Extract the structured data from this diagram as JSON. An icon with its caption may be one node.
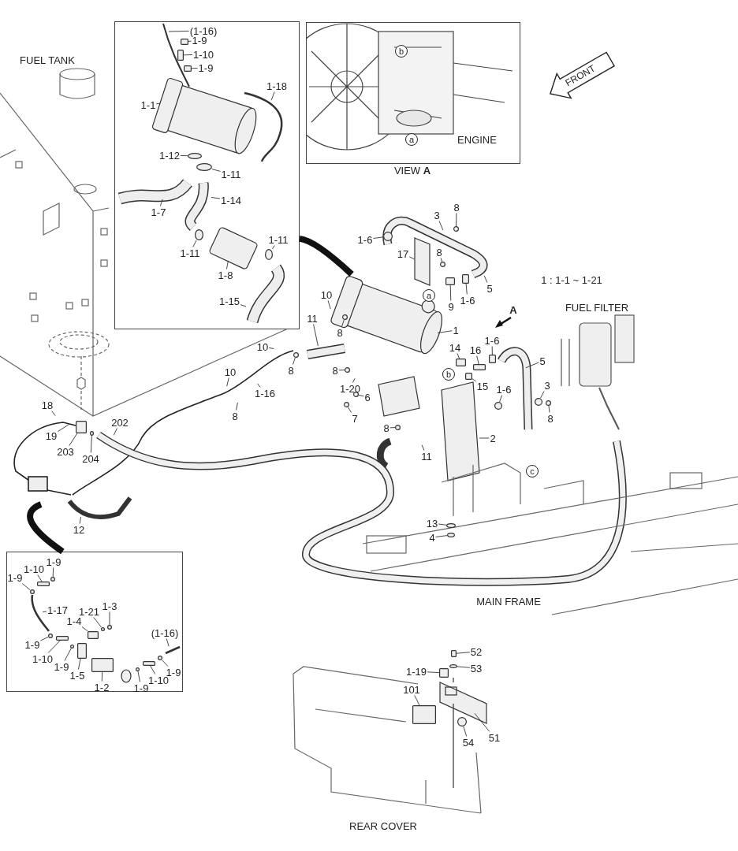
{
  "diagram": {
    "nodes": [
      {
        "text": [],
        "shape": "box"
      },
      {
        "text": [
          "(1-16)"
        ],
        "in": 0
      },
      {
        "text": [
          "1-9"
        ],
        "in": 0
      },
      {
        "text": [
          "1-10"
        ],
        "in": 0
      },
      {
        "text": [
          "1-9"
        ],
        "in": 0
      },
      {
        "text": [
          "1-18"
        ],
        "in": 0
      },
      {
        "text": [
          "1-1"
        ],
        "in": 0
      },
      {
        "text": [
          "1-12"
        ],
        "in": 0
      },
      {
        "text": [
          "1-11"
        ],
        "in": 0
      },
      {
        "text": [
          "1-14"
        ],
        "in": 0
      },
      {
        "text": [
          "1-7"
        ],
        "in": 0
      },
      {
        "text": [
          "1-11"
        ],
        "in": 0
      },
      {
        "text": [
          "1-8"
        ],
        "in": 0
      },
      {
        "text": [
          "1-11"
        ],
        "in": 0
      },
      {
        "text": [
          "1-15"
        ],
        "in": 0
      },
      {
        "text": [
          "ENGINE"
        ],
        "beside": [
          "VIEW **A**"
        ]
      },
      {
        "text": [
          "FRONT"
        ]
      },
      {
        "text": [
          "8"
        ]
      },
      {
        "text": [
          "3"
        ]
      },
      {
        "text": [
          "1-6"
        ]
      },
      {
        "text": [
          "17"
        ]
      },
      {
        "text": [
          "8"
        ]
      },
      {
        "text": [
          "9"
        ]
      },
      {
        "text": [
          "1-6"
        ]
      },
      {
        "text": [
          "5"
        ]
      },
      {
        "text": [
          "10"
        ]
      },
      {
        "text": [
          "11"
        ]
      },
      {
        "text": [
          "8"
        ]
      },
      {
        "text": [
          "1"
        ]
      },
      {
        "text": [
          "10"
        ]
      },
      {
        "text": [
          "14"
        ]
      },
      {
        "text": [
          "16"
        ]
      },
      {
        "text": [
          "1-6"
        ]
      },
      {
        "text": [
          "5"
        ]
      },
      {
        "text": [
          "8"
        ]
      },
      {
        "text": [
          "10"
        ]
      },
      {
        "text": [
          "8"
        ]
      },
      {
        "text": [
          "15"
        ]
      },
      {
        "text": [
          "1-20"
        ]
      },
      {
        "text": [
          "1-16"
        ]
      },
      {
        "text": [
          "1-6"
        ]
      },
      {
        "text": [
          "3"
        ]
      },
      {
        "text": [
          "6"
        ]
      },
      {
        "text": [
          "18"
        ]
      },
      {
        "text": [
          "8"
        ]
      },
      {
        "text": [
          "7"
        ]
      },
      {
        "text": [
          "8"
        ]
      },
      {
        "text": [
          "202"
        ]
      },
      {
        "text": [
          "8"
        ]
      },
      {
        "text": [
          "19"
        ]
      },
      {
        "text": [
          "2"
        ]
      },
      {
        "text": [
          "203"
        ]
      },
      {
        "text": [
          "11"
        ]
      },
      {
        "text": [
          "204"
        ]
      },
      {
        "text": [
          "13"
        ]
      },
      {
        "text": [
          "12"
        ]
      },
      {
        "text": [
          "4"
        ]
      },
      {
        "text": [],
        "shape": "box"
      },
      {
        "text": [
          "1-9"
        ],
        "in": 57
      },
      {
        "text": [
          "1-10"
        ],
        "in": 57
      },
      {
        "text": [
          "1-9"
        ],
        "in": 57
      },
      {
        "text": [
          "1-3"
        ],
        "in": 57
      },
      {
        "text": [
          "1-17"
        ],
        "in": 57
      },
      {
        "text": [
          "1-21"
        ],
        "in": 57
      },
      {
        "text": [
          "1-4"
        ],
        "in": 57
      },
      {
        "text": [
          "(1-16)"
        ],
        "in": 57
      },
      {
        "text": [
          "1-9"
        ],
        "in": 57
      },
      {
        "text": [
          "1-10"
        ],
        "in": 57
      },
      {
        "text": [
          "1-9"
        ],
        "in": 57
      },
      {
        "text": [
          "1-9"
        ],
        "in": 57
      },
      {
        "text": [
          "1-5"
        ],
        "in": 57
      },
      {
        "text": [
          "1-10"
        ],
        "in": 57
      },
      {
        "text": [
          "1-2"
        ],
        "in": 57
      },
      {
        "text": [
          "1-9"
        ],
        "in": 57
      },
      {
        "text": [
          "52"
        ]
      },
      {
        "text": [
          "53"
        ]
      },
      {
        "text": [
          "1-19"
        ]
      },
      {
        "text": [
          "101"
        ]
      },
      {
        "text": [
          "51"
        ]
      },
      {
        "text": [
          "54"
        ]
      },
      {
        "text": [],
        "shape": "box",
        "in": 0
      },
      {
        "text": [],
        "shape": "box",
        "in": 0
      },
      {
        "text": [],
        "shape": "box",
        "in": 0
      },
      {
        "text": [],
        "shape": "circle",
        "in": 0
      },
      {
        "text": [],
        "shape": "circle",
        "in": 0
      },
      {
        "text": [],
        "shape": "circle",
        "in": 0
      },
      {
        "text": [],
        "shape": "circle",
        "in": 0
      },
      {
        "text": [],
        "shape": "circle"
      },
      {
        "text": [],
        "shape": "circle"
      },
      {
        "text": [],
        "shape": "circle"
      },
      {
        "text": [],
        "shape": "box"
      },
      {
        "text": [],
        "shape": "box"
      },
      {
        "text": [],
        "shape": "circle"
      },
      {
        "text": [],
        "shape": "box"
      },
      {
        "text": [],
        "shape": "box"
      },
      {
        "text": [],
        "shape": "box"
      },
      {
        "text": [],
        "shape": "circle"
      },
      {
        "text": [],
        "shape": "circle"
      },
      {
        "text": [],
        "shape": "box"
      },
      {
        "text": [],
        "shape": "circle"
      },
      {
        "text": [],
        "shape": "circle"
      },
      {
        "text": [],
        "shape": "circle"
      },
      {
        "text": [],
        "shape": "circle"
      },
      {
        "text": [],
        "shape": "circle"
      },
      {
        "text": [],
        "shape": "circle"
      },
      {
        "text": [],
        "shape": "box"
      },
      {
        "text": [],
        "shape": "circle"
      },
      {
        "text": [],
        "shape": "circle"
      },
      {
        "text": [],
        "shape": "circle",
        "in": 57
      },
      {
        "text": [],
        "shape": "box",
        "in": 57
      },
      {
        "text": [],
        "shape": "circle",
        "in": 57
      },
      {
        "text": [],
        "shape": "circle",
        "in": 57
      },
      {
        "text": [],
        "shape": "circle",
        "in": 57
      },
      {
        "text": [],
        "shape": "box",
        "in": 57
      },
      {
        "text": [],
        "shape": "circle",
        "in": 57
      },
      {
        "text": [],
        "shape": "box",
        "in": 57
      },
      {
        "text": [],
        "shape": "circle",
        "in": 57
      },
      {
        "text": [],
        "shape": "box",
        "in": 57
      },
      {
        "text": [],
        "shape": "box",
        "in": 57
      },
      {
        "text": [],
        "shape": "box",
        "in": 57
      },
      {
        "text": [],
        "shape": "circle",
        "in": 57
      },
      {
        "text": [],
        "shape": "circle",
        "in": 57
      },
      {
        "text": [],
        "shape": "box"
      },
      {
        "text": [],
        "shape": "circle"
      },
      {
        "text": [],
        "shape": "box"
      },
      {
        "text": [],
        "shape": "box"
      },
      {
        "text": [],
        "shape": "circle"
      },
      {
        "text": [],
        "shape": "circle"
      }
    ],
    "edges": [
      {
        "from": 1,
        "to": null,
        "arrow": "none"
      },
      {
        "from": 2,
        "to": 80,
        "arrow": "none"
      },
      {
        "from": 3,
        "to": 81,
        "arrow": "none"
      },
      {
        "from": 4,
        "to": 82,
        "arrow": "none"
      },
      {
        "from": 5,
        "to": null,
        "arrow": "none"
      },
      {
        "from": 6,
        "to": null,
        "arrow": "none"
      },
      {
        "from": 7,
        "to": 83,
        "arrow": "none"
      },
      {
        "from": 8,
        "to": 84,
        "arrow": "none"
      },
      {
        "from": 9,
        "to": null,
        "arrow": "none"
      },
      {
        "from": 10,
        "to": null,
        "arrow": "none"
      },
      {
        "from": 11,
        "to": 85,
        "arrow": "none"
      },
      {
        "from": 12,
        "to": null,
        "arrow": "none"
      },
      {
        "from": 13,
        "to": 86,
        "arrow": "none"
      },
      {
        "from": 14,
        "to": null,
        "arrow": "none"
      },
      {
        "from": 17,
        "to": 87,
        "arrow": "none"
      },
      {
        "from": 18,
        "to": null,
        "arrow": "none"
      },
      {
        "from": 19,
        "to": 88,
        "arrow": "none"
      },
      {
        "from": 20,
        "to": null,
        "arrow": "none"
      },
      {
        "from": 21,
        "to": 89,
        "arrow": "none"
      },
      {
        "from": 22,
        "to": 90,
        "arrow": "none"
      },
      {
        "from": 23,
        "to": 91,
        "arrow": "none"
      },
      {
        "from": 24,
        "to": null,
        "arrow": "none"
      },
      {
        "from": 25,
        "to": null,
        "arrow": "none"
      },
      {
        "from": 26,
        "to": null,
        "arrow": "none"
      },
      {
        "from": 27,
        "to": 92,
        "arrow": "none"
      },
      {
        "from": 28,
        "to": null,
        "arrow": "none"
      },
      {
        "from": 29,
        "to": null,
        "arrow": "none"
      },
      {
        "from": 30,
        "to": 93,
        "arrow": "none"
      },
      {
        "from": 31,
        "to": 94,
        "arrow": "none"
      },
      {
        "from": 32,
        "to": 95,
        "arrow": "none"
      },
      {
        "from": 33,
        "to": null,
        "arrow": "none"
      },
      {
        "from": 34,
        "to": 96,
        "arrow": "none"
      },
      {
        "from": 35,
        "to": null,
        "arrow": "none"
      },
      {
        "from": 36,
        "to": 97,
        "arrow": "none"
      },
      {
        "from": 37,
        "to": 98,
        "arrow": "none"
      },
      {
        "from": 38,
        "to": null,
        "arrow": "none"
      },
      {
        "from": 39,
        "to": null,
        "arrow": "none"
      },
      {
        "from": 40,
        "to": 99,
        "arrow": "none"
      },
      {
        "from": 41,
        "to": 100,
        "arrow": "none"
      },
      {
        "from": 42,
        "to": 101,
        "arrow": "none"
      },
      {
        "from": 43,
        "to": null,
        "arrow": "none"
      },
      {
        "from": 44,
        "to": null,
        "arrow": "none"
      },
      {
        "from": 45,
        "to": 102,
        "arrow": "none"
      },
      {
        "from": 46,
        "to": 103,
        "arrow": "none"
      },
      {
        "from": 47,
        "to": null,
        "arrow": "none"
      },
      {
        "from": 48,
        "to": 104,
        "arrow": "none"
      },
      {
        "from": 49,
        "to": null,
        "arrow": "none"
      },
      {
        "from": 50,
        "to": null,
        "arrow": "none"
      },
      {
        "from": 51,
        "to": 105,
        "arrow": "none"
      },
      {
        "from": 52,
        "to": null,
        "arrow": "none"
      },
      {
        "from": 53,
        "to": 127,
        "arrow": "none"
      },
      {
        "from": 54,
        "to": 106,
        "arrow": "none"
      },
      {
        "from": 55,
        "to": null,
        "arrow": "none"
      },
      {
        "from": 56,
        "to": 107,
        "arrow": "none"
      },
      {
        "from": 58,
        "to": 108,
        "arrow": "none"
      },
      {
        "from": 59,
        "to": 109,
        "arrow": "none"
      },
      {
        "from": 60,
        "to": 110,
        "arrow": "none"
      },
      {
        "from": 61,
        "to": 111,
        "arrow": "none"
      },
      {
        "from": 62,
        "to": null,
        "arrow": "none"
      },
      {
        "from": 63,
        "to": 112,
        "arrow": "none"
      },
      {
        "from": 64,
        "to": 113,
        "arrow": "none"
      },
      {
        "from": 65,
        "to": null,
        "arrow": "none"
      },
      {
        "from": 66,
        "to": 114,
        "arrow": "none"
      },
      {
        "from": 67,
        "to": 115,
        "arrow": "none"
      },
      {
        "from": 68,
        "to": 116,
        "arrow": "none"
      },
      {
        "from": 69,
        "to": 121,
        "arrow": "none"
      },
      {
        "from": 70,
        "to": 117,
        "arrow": "none"
      },
      {
        "from": 71,
        "to": 118,
        "arrow": "none"
      },
      {
        "from": 72,
        "to": 119,
        "arrow": "none"
      },
      {
        "from": 73,
        "to": 120,
        "arrow": "none"
      },
      {
        "from": 74,
        "to": 122,
        "arrow": "none"
      },
      {
        "from": 75,
        "to": 123,
        "arrow": "none"
      },
      {
        "from": 76,
        "to": 124,
        "arrow": "none"
      },
      {
        "from": 77,
        "to": 125,
        "arrow": "none"
      },
      {
        "from": 78,
        "to": null,
        "arrow": "none"
      },
      {
        "from": 79,
        "to": 126,
        "arrow": "none"
      },
      {
        "from": null,
        "to": 0,
        "arrow": "none",
        "style": "thick"
      },
      {
        "from": null,
        "to": 57,
        "arrow": "none",
        "style": "thick"
      }
    ],
    "labels": [
      "b",
      "FUEL TANK",
      "a",
      "1 : 1-1 ~ 1-21",
      "a",
      "FUEL FILTER",
      "A",
      "b",
      "c",
      "MAIN FRAME",
      "REAR COVER"
    ]
  }
}
